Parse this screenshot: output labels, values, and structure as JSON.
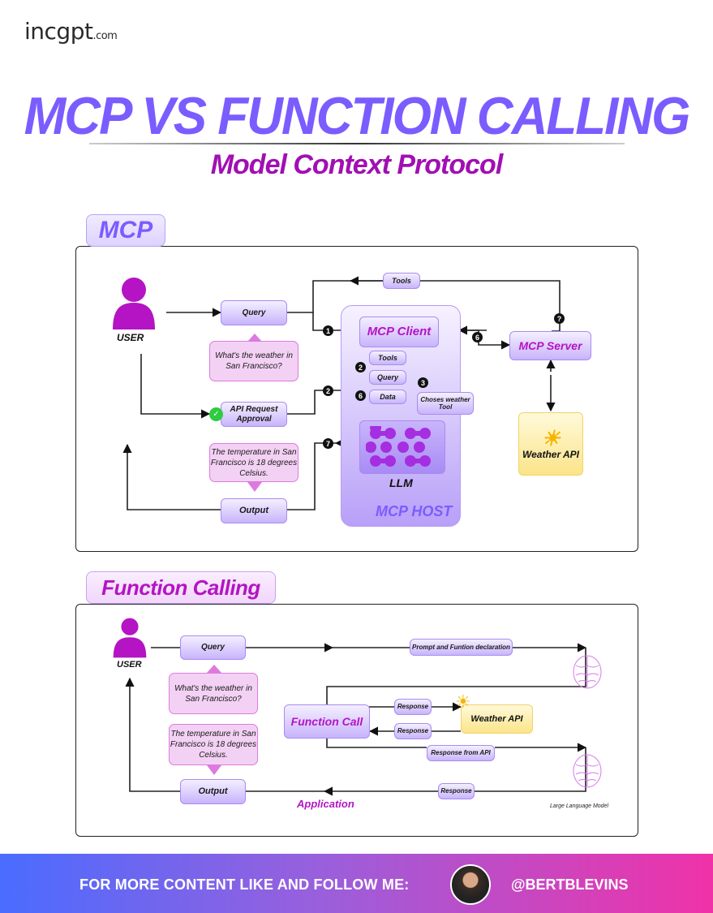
{
  "logo": {
    "main": "incgpt",
    "suffix": ".com"
  },
  "header": {
    "title": "MCP VS FUNCTION CALLING",
    "subtitle": "Model Context Protocol"
  },
  "mcp": {
    "section_label": "MCP",
    "user_label": "USER",
    "query": "Query",
    "query_bubble": "What's the weather in San Francisco?",
    "api_approval": "API Request Approval",
    "output_bubble": "The temperature in San Francisco is 18 degrees Celsius.",
    "output": "Output",
    "tools_top": "Tools",
    "mcp_client": "MCP Client",
    "stack": [
      "Tools",
      "Query",
      "Data"
    ],
    "chooses_tool": "Choses weather Tool",
    "llm": "LLM",
    "mcp_host": "MCP HOST",
    "mcp_server": "MCP Server",
    "weather_api": "Weather API",
    "steps": [
      "1",
      "2",
      "2",
      "3",
      "6",
      "6",
      "7",
      "?"
    ]
  },
  "function_calling": {
    "section_label": "Function Calling",
    "user_label": "USER",
    "query": "Query",
    "query_bubble": "What's the weather in San Francisco?",
    "output_bubble": "The temperature in San Francisco is 18 degrees Celsius.",
    "output": "Output",
    "prompt_decl": "Prompt and Funtion declaration",
    "function_call": "Function Call",
    "response_out": "Response",
    "response_in": "Response",
    "weather_api": "Weather API",
    "response_from_api": "Response from API",
    "response_final": "Response",
    "application": "Application",
    "llm_caption": "Large Language Model"
  },
  "footer": {
    "cta": "FOR MORE CONTENT LIKE AND FOLLOW ME:",
    "handle": "@BERTBLEVINS"
  },
  "colors": {
    "title": "#7b5cff",
    "accent_magenta": "#b414c4",
    "box_purple": "#c8b4fb",
    "bubble_pink": "#f3d1f4",
    "weather_yellow": "#fbe48a",
    "check_green": "#2ecc40"
  }
}
